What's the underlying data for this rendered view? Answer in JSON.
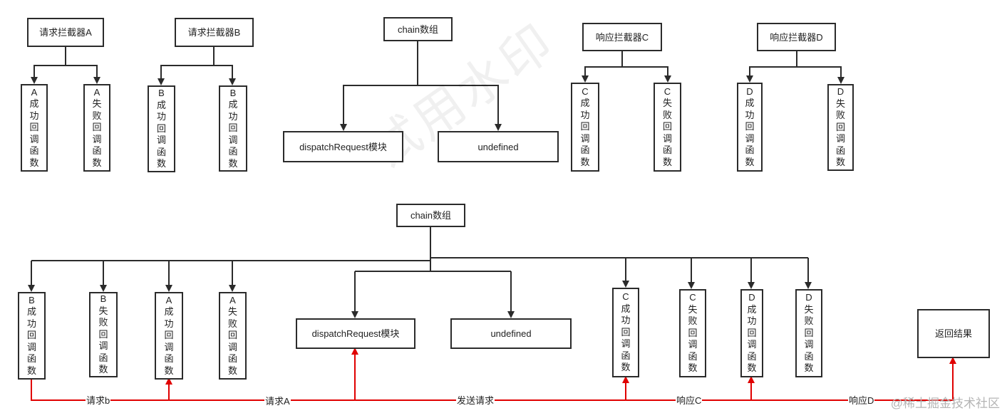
{
  "top": {
    "interceptor_a": "请求拦截器A",
    "interceptor_b": "请求拦截器B",
    "chain": "chain数组",
    "interceptor_c": "响应拦截器C",
    "interceptor_d": "响应拦截器D",
    "a_success": "A\n成\n功\n回\n调\n函\n数",
    "a_fail": "A\n失\n败\n回\n调\n函\n数",
    "b_success": "B\n成\n功\n回\n调\n函\n数",
    "b_fail": "B\n成\n功\n回\n调\n函\n数",
    "dispatch": "dispatchRequest模块",
    "undefined": "undefined",
    "c_success": "C\n成\n功\n回\n调\n函\n数",
    "c_fail": "C\n失\n败\n回\n调\n函\n数",
    "d_success": "D\n成\n功\n回\n调\n函\n数",
    "d_fail": "D\n失\n败\n回\n调\n函\n数"
  },
  "bottom": {
    "chain": "chain数组",
    "b_success": "B\n成\n功\n回\n调\n函\n数",
    "b_fail": "B\n失\n败\n回\n调\n函\n数",
    "a_success": "A\n成\n功\n回\n调\n函\n数",
    "a_fail": "A\n失\n败\n回\n调\n函\n数",
    "dispatch": "dispatchRequest模块",
    "undefined": "undefined",
    "c_success": "C\n成\n功\n回\n调\n函\n数",
    "c_fail": "C\n失\n败\n回\n调\n函\n数",
    "d_success": "D\n成\n功\n回\n调\n函\n数",
    "d_fail": "D\n失\n败\n回\n调\n函\n数",
    "result": "返回结果"
  },
  "flow_labels": {
    "request_b": "请求b",
    "request_a": "请求A",
    "send_request": "发送请求",
    "response_c": "响应C",
    "response_d": "响应D"
  },
  "watermark": "试用水印",
  "corner_watermark": "@稀土掘金技术社区",
  "colors": {
    "line": "#2b2b2b",
    "flow": "#e00000"
  }
}
